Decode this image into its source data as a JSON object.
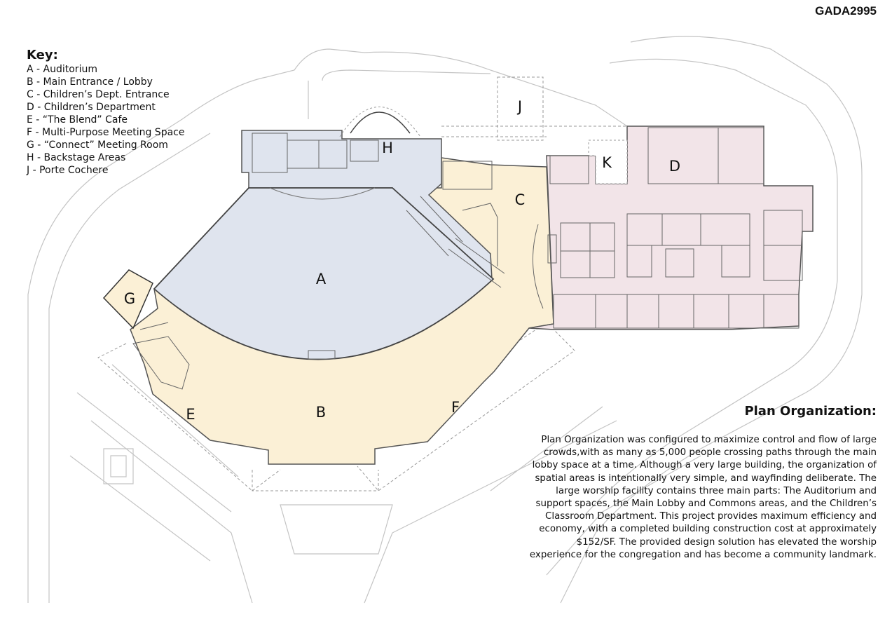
{
  "project_id": "GADA2995",
  "key": {
    "title": "Key:",
    "items": [
      "A - Auditorium",
      "B - Main Entrance / Lobby",
      "C - Children’s Dept. Entrance",
      "D - Children’s Department",
      "E - “The Blend” Cafe",
      "F - Multi-Purpose Meeting Space",
      "G - “Connect” Meeting Room",
      "H - Backstage Areas",
      "J - Porte Cochere"
    ]
  },
  "plan_labels": {
    "A": "A",
    "B": "B",
    "C": "C",
    "D": "D",
    "E": "E",
    "F": "F",
    "G": "G",
    "H": "H",
    "J": "J",
    "K": "K"
  },
  "colors": {
    "auditorium": "#dfe4ee",
    "lobby": "#fbf0d6",
    "children": "#f2e4e8",
    "walls": "#555555",
    "site": "#bbbbbb"
  },
  "plan_organization": {
    "title": "Plan Organization:",
    "body": "Plan Organization was configured to maximize control and flow of large crowds,with as many as 5,000 people crossing paths through the main lobby space at a time. Although a very large building, the organization of spatial areas is intentionally very simple, and wayfinding deliberate. The large worship facility contains three main parts: The Auditorium  and support spaces, the Main Lobby and Commons areas, and the Children’s Classroom Department. This project provides maximum efficiency and economy, with a completed building construction cost at approximately $152/SF. The provided design solution has elevated the worship experience for the congregation and has become a community landmark."
  }
}
